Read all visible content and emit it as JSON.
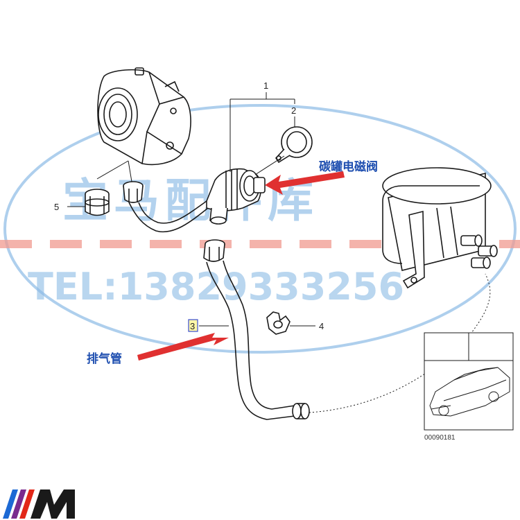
{
  "callouts": {
    "c1": "1",
    "c2": "2",
    "c3": "3",
    "c4": "4",
    "c5": "5"
  },
  "annotations": {
    "solenoid_label": "碳罐电磁阀",
    "exhaust_label": "排气管"
  },
  "watermark": {
    "shop_name": "宝马配件库",
    "phone": "TEL:13829333256"
  },
  "thumbnail": {
    "diagram_number": "00090181"
  },
  "colors": {
    "arrow": "#e03030",
    "label_blue": "#1f4fb0",
    "watermark_blue": "#6fa8dc",
    "watermark_red": "#f08a80",
    "line_art": "#1a1a1a"
  },
  "logo": {
    "stripe_colors": [
      "#1c69d4",
      "#7a2b8e",
      "#e22718"
    ],
    "letter": "M"
  }
}
